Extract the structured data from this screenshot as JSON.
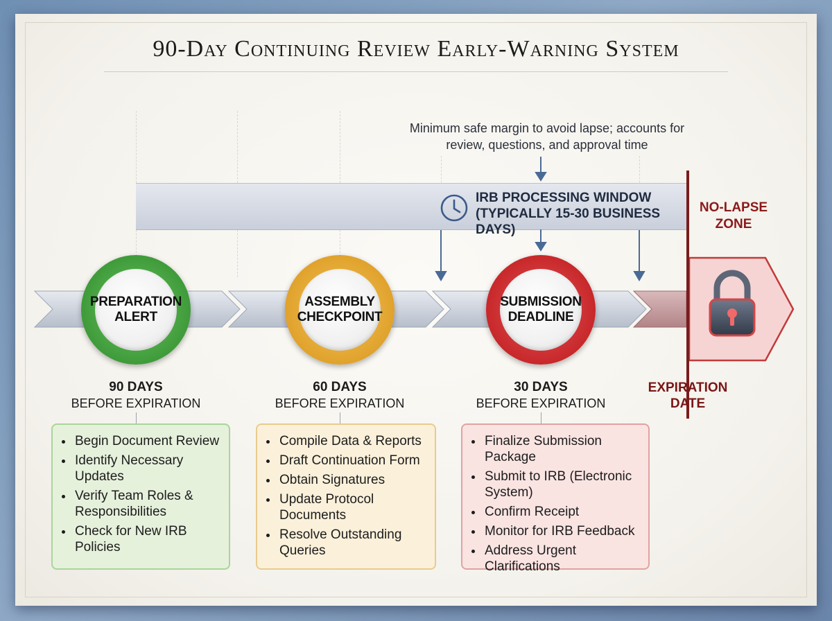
{
  "title": "90-Day Continuing Review Early-Warning System",
  "note": "Minimum safe margin to avoid lapse; accounts for review, questions, and approval time",
  "processing_window": {
    "line1": "IRB PROCESSING WINDOW",
    "line2": "(TYPICALLY 15-30 BUSINESS DAYS)",
    "icon": "clock-icon"
  },
  "no_lapse_zone": {
    "line1": "NO-LAPSE",
    "line2": "ZONE",
    "icon": "padlock-icon"
  },
  "expiration": {
    "line1": "EXPIRATION",
    "line2": "DATE"
  },
  "milestones": [
    {
      "label": "PREPARATION\nALERT",
      "days": "90 DAYS",
      "before": "BEFORE EXPIRATION",
      "color": "#3f9b3a",
      "items": [
        "Begin Document Review",
        "Identify Necessary Updates",
        "Verify Team Roles & Responsibilities",
        "Check for New IRB Policies"
      ]
    },
    {
      "label": "ASSEMBLY\nCHECKPOINT",
      "days": "60 DAYS",
      "before": "BEFORE EXPIRATION",
      "color": "#e0a22c",
      "items": [
        "Compile Data & Reports",
        "Draft Continuation Form",
        "Obtain Signatures",
        "Update Protocol Documents",
        "Resolve Outstanding Queries"
      ]
    },
    {
      "label": "SUBMISSION\nDEADLINE",
      "days": "30 DAYS",
      "before": "BEFORE EXPIRATION",
      "color": "#c8282a",
      "items": [
        "Finalize Submission Package",
        "Submit to IRB (Electronic System)",
        "Confirm Receipt",
        "Monitor for IRB Feedback",
        "Address Urgent Clarifications"
      ]
    }
  ]
}
